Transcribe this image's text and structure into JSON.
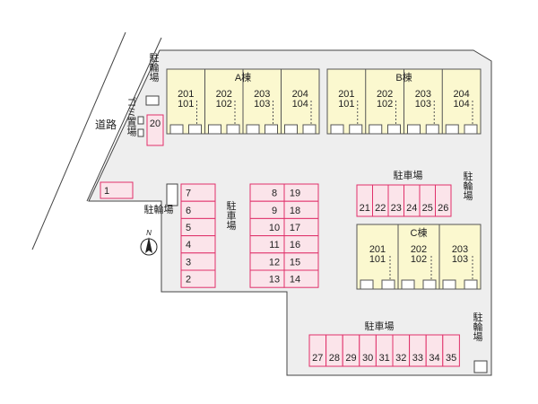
{
  "labels": {
    "road": "道路",
    "bicycle_parking_left": "駐輪場",
    "bicycle_parking_mid": "駐輪場",
    "bicycle_parking_right": "駐輪場",
    "bicycle_parking_bottom": "駐輪場",
    "garbage": "ゴミ置場",
    "parking_center": "駐車場",
    "parking_right_top": "駐車場",
    "parking_bottom": "駐車場",
    "north": "N"
  },
  "buildings": [
    {
      "name": "A棟",
      "units": [
        {
          "upper": "201",
          "lower": "101"
        },
        {
          "upper": "202",
          "lower": "102"
        },
        {
          "upper": "203",
          "lower": "103"
        },
        {
          "upper": "204",
          "lower": "104"
        }
      ]
    },
    {
      "name": "B棟",
      "units": [
        {
          "upper": "201",
          "lower": "101"
        },
        {
          "upper": "202",
          "lower": "102"
        },
        {
          "upper": "203",
          "lower": "103"
        },
        {
          "upper": "204",
          "lower": "104"
        }
      ]
    },
    {
      "name": "C棟",
      "units": [
        {
          "upper": "201",
          "lower": "101"
        },
        {
          "upper": "202",
          "lower": "102"
        },
        {
          "upper": "203",
          "lower": "103"
        }
      ]
    }
  ],
  "parking": {
    "single_20": "20",
    "single_1": "1",
    "left_column": [
      "7",
      "6",
      "5",
      "4",
      "3",
      "2"
    ],
    "mid_left_column": [
      "8",
      "9",
      "10",
      "11",
      "12",
      "13"
    ],
    "mid_right_column": [
      "19",
      "18",
      "17",
      "16",
      "15",
      "14"
    ],
    "right_row": [
      "21",
      "22",
      "23",
      "24",
      "25",
      "26"
    ],
    "bottom_row": [
      "27",
      "28",
      "29",
      "30",
      "31",
      "32",
      "33",
      "34",
      "35"
    ]
  },
  "colors": {
    "site_fill": "#eeeeee",
    "site_border": "#444444",
    "building_fill": "#fbf8cf",
    "building_border": "#555555",
    "parking_fill": "#fbe4ea",
    "parking_border": "#e0306a",
    "line": "#444444"
  }
}
